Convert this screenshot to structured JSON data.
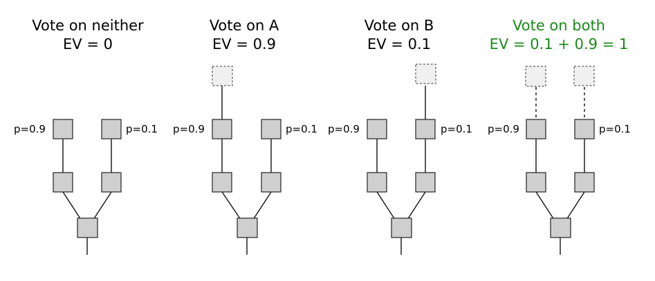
{
  "panels": [
    {
      "title_line1": "Vote on neither",
      "title_line2": "EV = 0",
      "color": "#000000"
    },
    {
      "title_line1": "Vote on A",
      "title_line2": "EV = 0.9",
      "color": "#000000"
    },
    {
      "title_line1": "Vote on B",
      "title_line2": "EV = 0.1",
      "color": "#000000"
    },
    {
      "title_line1": "Vote on both",
      "title_line2": "EV = 0.1 + 0.9 = 1",
      "color": "#1a8a1a"
    }
  ],
  "labels": {
    "left_p": "p=0.9",
    "right_p": "p=0.1"
  }
}
